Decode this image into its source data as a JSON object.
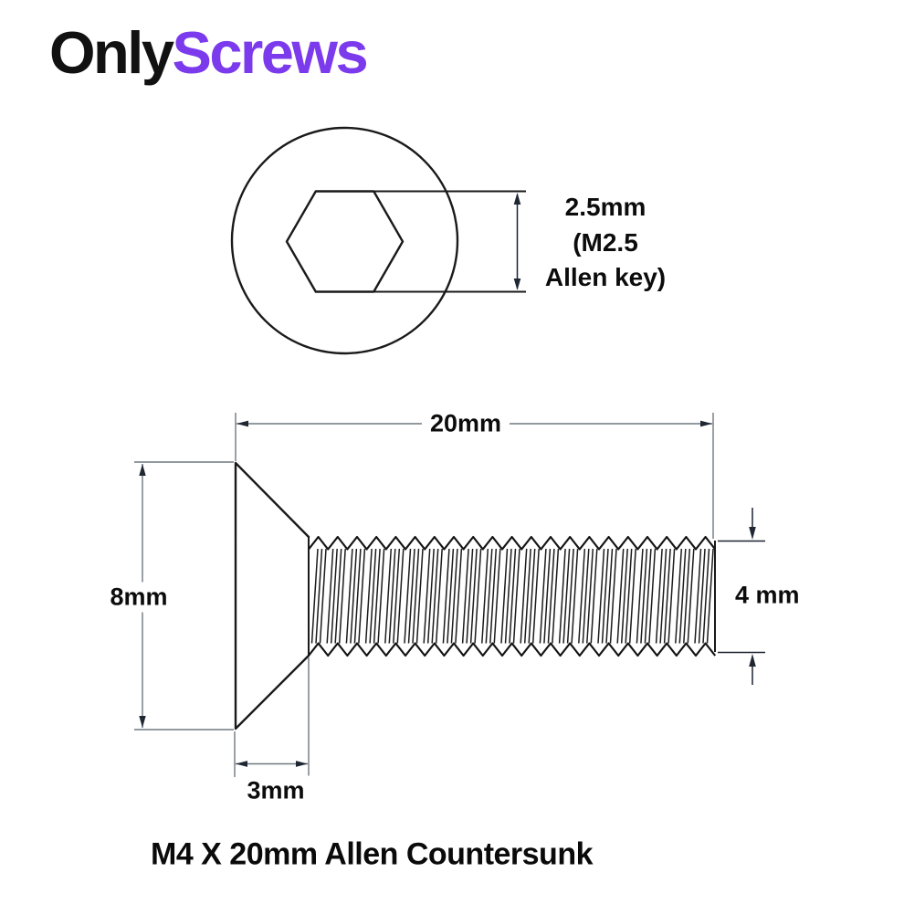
{
  "brand": {
    "part1": "Only",
    "part2": "Screws"
  },
  "colors": {
    "brand_black": "#111111",
    "brand_purple": "#7C3AED",
    "outline": "#1a1a1a",
    "dimension_line": "#6e7880",
    "arrowhead": "#1f2733"
  },
  "top_view": {
    "socket_dim_line1": "2.5mm",
    "socket_dim_line2": "(M2.5",
    "socket_dim_line3": "Allen key)"
  },
  "side_view": {
    "length_label": "20mm",
    "head_diameter_label": "8mm",
    "thread_diameter_label": "4 mm",
    "head_height_label": "3mm"
  },
  "caption": "M4 X 20mm Allen Countersunk"
}
